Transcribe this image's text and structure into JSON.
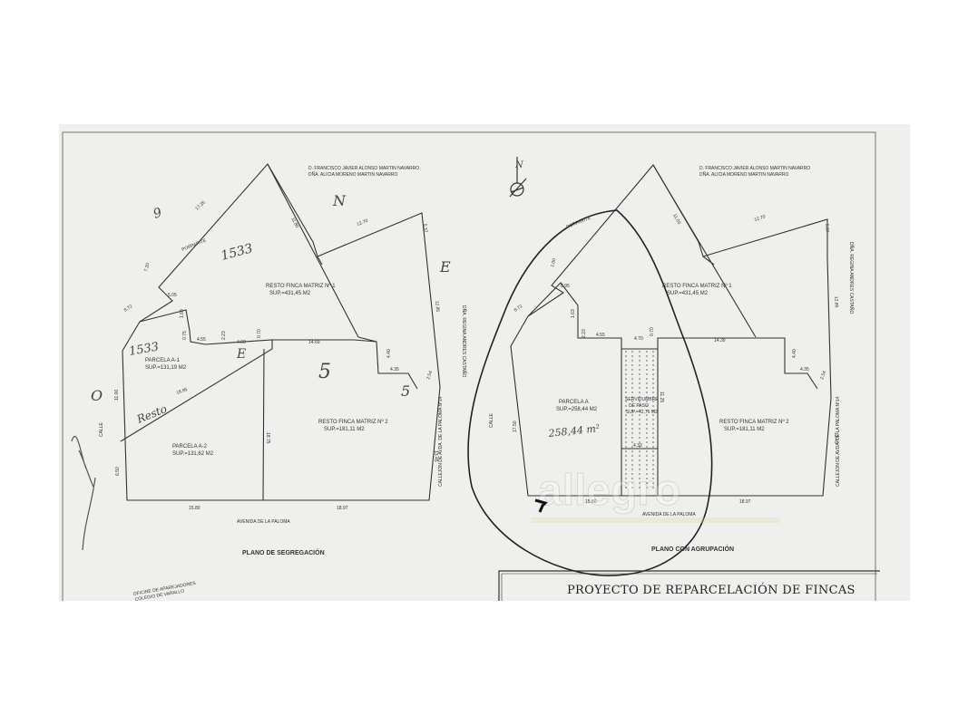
{
  "left_plan": {
    "owners_line1": "D. FRANCISCO JAVIER ALONSO MARTIN NAVARRO",
    "owners_line2": "DÑA. ALICIA MORENO MARTIN NAVARRO",
    "north_letter": "N",
    "street_name_top": "PORPARITE",
    "street_bottom": "AVENIDA DE LA PALOMA",
    "street_left": "CALLE",
    "street_right": "CALLEJON DE AVDA. DE LA PALOMA Nº14",
    "right_owner": "DÑA. REGINA ANDRES CASTAÑO",
    "parcel_resto_1_l1": "RESTO FINCA MATRIZ Nº 1",
    "parcel_resto_1_l2": "SUP.=431,45 M2",
    "parcel_resto_2_l1": "RESTO FINCA MATRIZ Nº 2",
    "parcel_resto_2_l2": "SUP.=181,11 M2",
    "parcel_a1_l1": "PARCELA A-1",
    "parcel_a1_l2": "SUP.=131,19 M2",
    "parcel_a2_l1": "PARCELA A-2",
    "parcel_a2_l2": "SUP.=131,62 M2",
    "plan_title": "PLANO DE SEGREGACIÓN",
    "stamp_line1": "OFICINE DE APAREJADORES",
    "stamp_line2": "COLEGIO DE VARALLO",
    "handwritten": {
      "hw_1533_top": "1533",
      "hw_1533_left": "1533",
      "hw_resto": "Resto",
      "hw_5": "5",
      "hw_5b": "5",
      "hw_9": "9",
      "hw_e": "E",
      "hw_o": "O"
    },
    "dims": {
      "d1": "17.35",
      "d2": "11.80",
      "d3": "12.70",
      "d4": "5.37",
      "d5": "12.85",
      "d6": "7.20",
      "d7": "8.72",
      "d8": "5.05",
      "d9": "1.63",
      "d10": "0.75",
      "d11": "4.55",
      "d12": "2.23",
      "d13": "4.60",
      "d14": "0.70",
      "d15": "14.69",
      "d16": "4.40",
      "d17": "4.35",
      "d18": "2.54",
      "d19": "11.00",
      "d20": "18.95",
      "d21": "18.75",
      "d22": "13.45",
      "d23": "6.50",
      "d24": "15.80",
      "d25": "18.97"
    }
  },
  "right_plan": {
    "owners_line1": "D. FRANCISCO JAVIER ALONSO MARTIN NAVARRO",
    "owners_line2": "DÑA. ALICIA MORENO MARTIN NAVARRO",
    "north_letter": "N",
    "street_name_top": "PORPARITE",
    "street_bottom": "AVENIDA DE LA PALOMA",
    "street_left": "CALLE",
    "street_right": "CALLEJON DE AVDA. DE LA PALOMA Nº14",
    "right_owner": "DÑA. REGINA ANDRES CASTAÑO",
    "parcel_resto_1_l1": "RESTO FINCA MATRIZ Nº 1",
    "parcel_resto_1_l2": "SUP.=431,45 M2",
    "parcel_resto_2_l1": "RESTO FINCA MATRIZ Nº 2",
    "parcel_resto_2_l2": "SUP.=181,11 M2",
    "parcel_a_l1": "PARCELA A",
    "parcel_a_l2": "SUP.=258,44 M2",
    "servidumbre_l1": "SERVIDUMBRE",
    "servidumbre_l2": "DE PASO",
    "servidumbre_l3": "SUP.=42,76 M2",
    "handwritten_area": "258,44 m²",
    "plan_title": "PLANO CON AGRUPACIÓN",
    "dims": {
      "d1": "1.00",
      "d2": "11.03",
      "d3": "12.70",
      "d4": "5.37",
      "d5": "12.85",
      "d6": "8.72",
      "d7": "8.95",
      "d8": "1.63",
      "d9": "2.23",
      "d10": "4.55",
      "d11": "4.70",
      "d12": "0.70",
      "d13": "14.39",
      "d14": "4.40",
      "d15": "4.35",
      "d16": "2.54",
      "d17": "17.50",
      "d18": "11.25",
      "d19": "13.45",
      "d20": "4.33",
      "d21": "15.80",
      "d22": "18.97"
    }
  },
  "watermark": "allegro",
  "project_title": "PROYECTO DE REPARCELACIÓN DE FINCAS"
}
